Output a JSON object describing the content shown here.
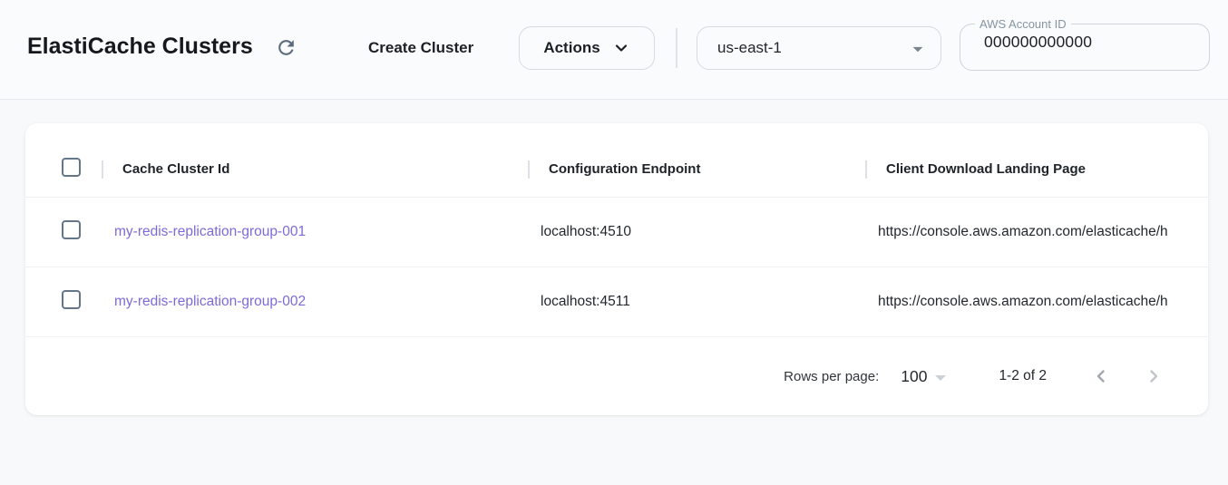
{
  "header": {
    "title": "ElastiCache Clusters",
    "create_label": "Create Cluster",
    "actions_label": "Actions",
    "region": {
      "value": "us-east-1"
    },
    "account": {
      "label": "AWS Account ID",
      "value": "000000000000"
    }
  },
  "table": {
    "columns": [
      "Cache Cluster Id",
      "Configuration Endpoint",
      "Client Download Landing Page"
    ],
    "rows": [
      {
        "cache_cluster_id": "my-redis-replication-group-001",
        "configuration_endpoint": "localhost:4510",
        "client_download_landing_page": "https://console.aws.amazon.com/elasticache/h"
      },
      {
        "cache_cluster_id": "my-redis-replication-group-002",
        "configuration_endpoint": "localhost:4511",
        "client_download_landing_page": "https://console.aws.amazon.com/elasticache/h"
      }
    ],
    "footer": {
      "rows_per_page_label": "Rows per page:",
      "rows_per_page_value": "100",
      "range": "1-2 of 2"
    }
  },
  "icons": {
    "refresh": "refresh-icon",
    "actions_chevron": "chevron-down-icon",
    "region_caret": "caret-down-icon",
    "prev": "chevron-left-icon",
    "next": "chevron-right-icon"
  },
  "colors": {
    "link": "#7c6bd8",
    "checkbox_border": "#64768a",
    "icon_grey": "#5b6b7b",
    "card_bg": "#ffffff",
    "page_bg": "#f7f9fa"
  }
}
